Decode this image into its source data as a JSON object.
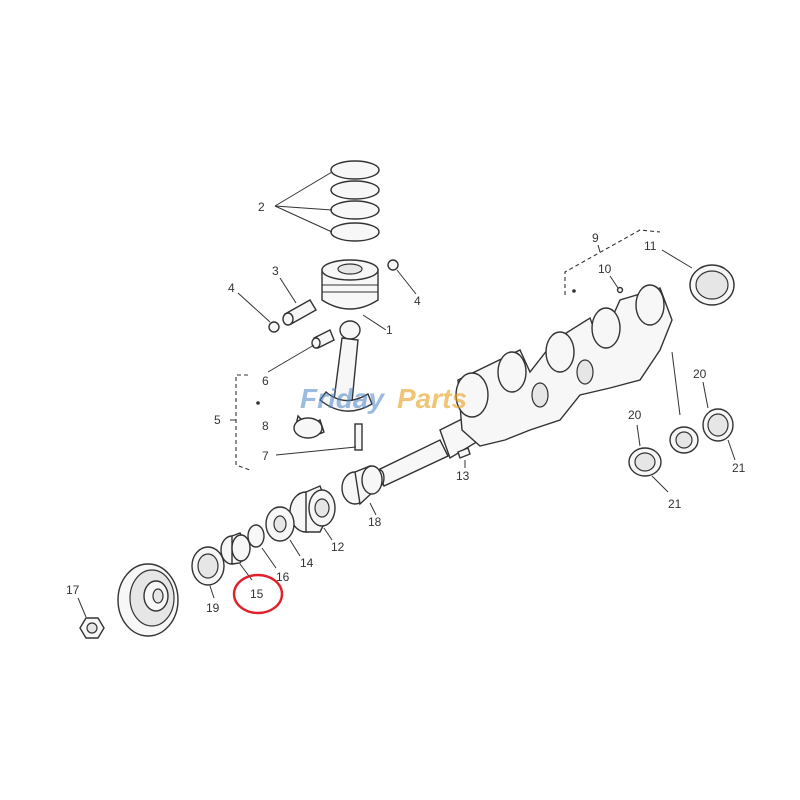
{
  "watermark": {
    "part1": "Friday",
    "part2": "Parts"
  },
  "callouts": {
    "c1": "1",
    "c2": "2",
    "c3": "3",
    "c4a": "4",
    "c4b": "4",
    "c5": "5",
    "c6": "6",
    "c7": "7",
    "c8": "8",
    "c9": "9",
    "c10": "10",
    "c11": "11",
    "c12": "12",
    "c13": "13",
    "c14": "14",
    "c15": "15",
    "c16": "16",
    "c17": "17",
    "c18": "18",
    "c19": "19",
    "c20a": "20",
    "c20b": "20",
    "c21a": "21",
    "c21b": "21"
  },
  "highlight": {
    "part": "15",
    "color": "#e0202a"
  },
  "colors": {
    "line": "#333333",
    "watermark_blue": "#4a86c8",
    "watermark_orange": "#e8a020"
  }
}
